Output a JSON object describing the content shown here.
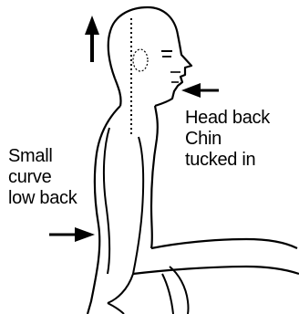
{
  "figure": {
    "labels": {
      "head_back": "Head back",
      "chin_tucked_line1": "Chin",
      "chin_tucked_line2": "tucked in",
      "small_curve_line1": "Small",
      "small_curve_line2": "curve",
      "small_curve_line3": "low back"
    },
    "arrows": [
      {
        "name": "up-arrow",
        "direction": "up"
      },
      {
        "name": "chin-arrow",
        "direction": "left"
      },
      {
        "name": "low-back-arrow",
        "direction": "right"
      }
    ],
    "colors": {
      "background": "#ffffff",
      "ink": "#000000"
    }
  }
}
